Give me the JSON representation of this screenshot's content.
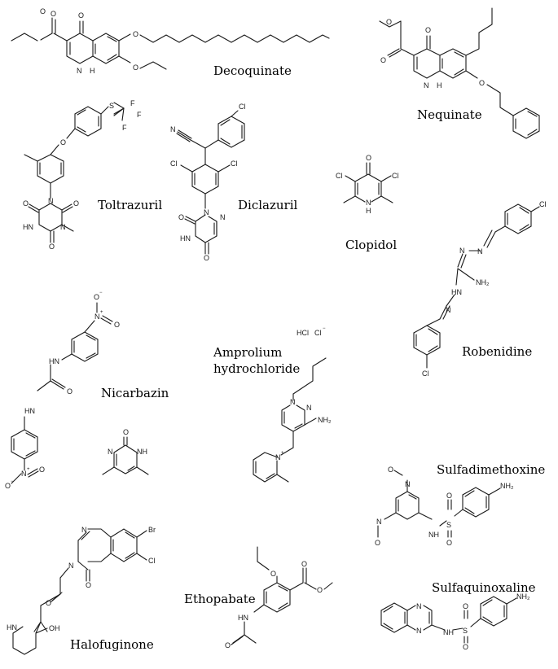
{
  "compounds": {
    "decoquinate": {
      "name": "Decoquinate",
      "atoms": {
        "o_ketone": "O",
        "o_ester1": "O",
        "o_ester2": "O",
        "o_ether1": "O",
        "o_ether2": "O",
        "nh": "N",
        "h": "H"
      }
    },
    "nequinate": {
      "name": "Nequinate",
      "atoms": {
        "o_ketone": "O",
        "o_ester1": "O",
        "o_ester2": "O",
        "o_ether": "O",
        "nh": "N",
        "h": "H"
      }
    },
    "toltrazuril": {
      "name": "Toltrazuril",
      "atoms": {
        "s": "S",
        "f1": "F",
        "f2": "F",
        "f3": "F",
        "o_ether": "O",
        "n1": "N",
        "n2": "N",
        "hn": "HN",
        "o1": "O",
        "o2": "O",
        "o3": "O"
      }
    },
    "diclazuril": {
      "name": "Diclazuril",
      "atoms": {
        "cl_top": "Cl",
        "n_cyano": "N",
        "cl_left": "Cl",
        "cl_right": "Cl",
        "n1": "N",
        "n2": "N",
        "hn": "HN",
        "o1": "O",
        "o2": "O"
      }
    },
    "clopidol": {
      "name": "Clopidol",
      "atoms": {
        "o": "O",
        "cl1": "Cl",
        "cl2": "Cl",
        "n": "N",
        "h": "H"
      }
    },
    "robenidine": {
      "name": "Robenidine",
      "atoms": {
        "cl_top": "Cl",
        "n1": "N",
        "n2": "N",
        "hn": "HN",
        "nh2": "NH₂",
        "n3": "N",
        "cl_bot": "Cl"
      }
    },
    "nicarbazin": {
      "name": "Nicarbazin",
      "atoms": {
        "o_minus_top": "O",
        "n_plus_top": "N",
        "o_top": "O",
        "hn1": "HN",
        "o_urea": "O",
        "hn2": "HN",
        "n_plus_bot": "N",
        "o_bot": "O",
        "o_minus_bot": "O",
        "o_pyr": "O",
        "n_pyr": "N",
        "nh_pyr": "NH"
      }
    },
    "amprolium": {
      "name_line1": "Amprolium",
      "name_line2": "hydrochloride",
      "atoms": {
        "hcl": "HCl",
        "cl_minus": "Cl",
        "n1": "N",
        "n2": "N",
        "nh2": "NH₂",
        "n_plus": "N"
      }
    },
    "sulfadimethoxine": {
      "name": "Sulfadimethoxine",
      "atoms": {
        "o1": "O",
        "n1": "N",
        "n2": "N",
        "o2": "O",
        "s": "S",
        "o3": "O",
        "o4": "O",
        "nh": "NH",
        "nh2": "NH₂"
      }
    },
    "halofuginone": {
      "name": "Halofuginone",
      "atoms": {
        "n1": "N",
        "n2": "N",
        "br": "Br",
        "cl": "Cl",
        "o1": "O",
        "o2": "O",
        "hn": "HN",
        "oh": "OH"
      }
    },
    "ethopabate": {
      "name": "Ethopabate",
      "atoms": {
        "o_ether": "O",
        "o1": "O",
        "o2": "O",
        "hn": "HN",
        "o3": "O"
      }
    },
    "sulfaquinoxaline": {
      "name": "Sulfaquinoxaline",
      "atoms": {
        "n1": "N",
        "n2": "N",
        "nh": "NH",
        "s": "S",
        "o1": "O",
        "o2": "O",
        "nh2": "NH₂"
      }
    }
  },
  "charges": {
    "minus": "−",
    "plus": "+"
  }
}
